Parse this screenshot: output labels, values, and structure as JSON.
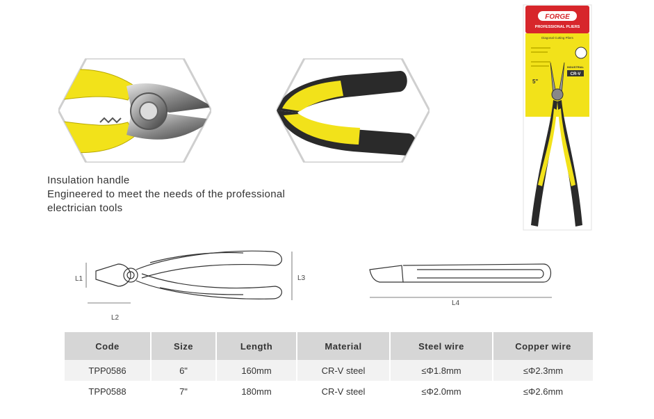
{
  "description": {
    "line1": "Insulation handle",
    "line2": "Engineered to meet the needs of the professional",
    "line3": "electrician tools"
  },
  "package": {
    "brand": "FORGE",
    "line_title": "PROFESSIONAL PLIERS",
    "product_name": "Diagonal Cutting Pliers",
    "grade": "INDUSTRIAL",
    "material": "CR-V",
    "size": "5\""
  },
  "dimensions": {
    "l1": "L1",
    "l2": "L2",
    "l3": "L3",
    "l4": "L4"
  },
  "table": {
    "headers": [
      "Code",
      "Size",
      "Length",
      "Material",
      "Steel wire",
      "Copper wire"
    ],
    "rows": [
      [
        "TPP0586",
        "6\"",
        "160mm",
        "CR-V steel",
        "≤Φ1.8mm",
        "≤Φ2.3mm"
      ],
      [
        "TPP0588",
        "7\"",
        "180mm",
        "CR-V steel",
        "≤Φ2.0mm",
        "≤Φ2.6mm"
      ]
    ]
  },
  "colors": {
    "handle_yellow": "#f2e21a",
    "handle_black": "#2a2a2a",
    "package_red": "#d7262b",
    "header_gray": "#d6d6d6"
  }
}
